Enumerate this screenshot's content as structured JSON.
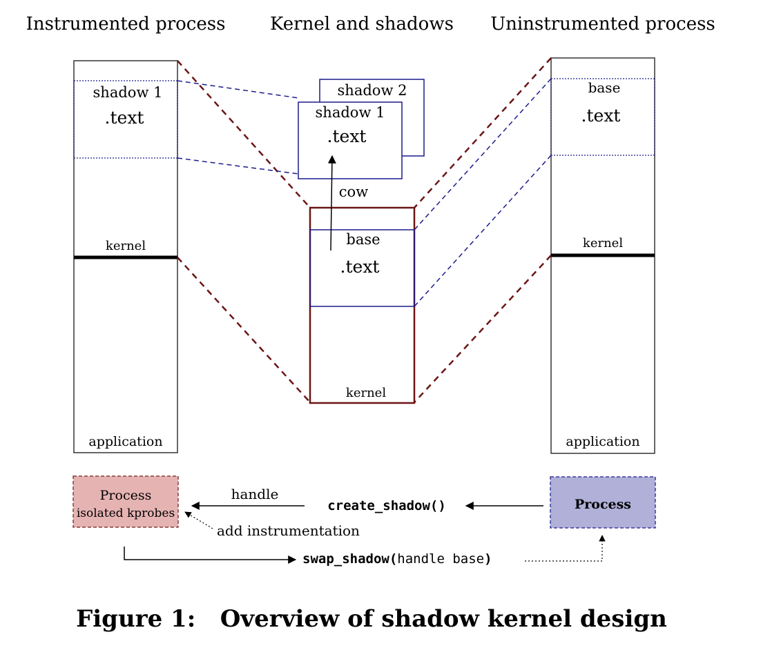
{
  "headings": {
    "instrumented": "Instrumented process",
    "kernel_and_shadows": "Kernel and shadows",
    "uninstrumented": "Uninstrumented process"
  },
  "left_column": {
    "shadow_label": "shadow 1",
    "text_label": ".text",
    "kernel_label": "kernel",
    "application_label": "application"
  },
  "center": {
    "shadow2_label": "shadow 2",
    "shadow1_label": "shadow 1",
    "shadow1_text": ".text",
    "cow_label": "cow",
    "base_label": "base",
    "base_text": ".text",
    "kernel_label": "kernel"
  },
  "right_column": {
    "base_label": "base",
    "text_label": ".text",
    "kernel_label": "kernel",
    "application_label": "application"
  },
  "bottom": {
    "left_process_line1": "Process",
    "left_process_line2": "isolated kprobes",
    "handle_label": "handle",
    "create_shadow_label": "create_shadow()",
    "add_instrumentation_label": "add instrumentation",
    "swap_fn": "swap_shadow(",
    "swap_args": "handle base",
    "swap_close": ")",
    "right_process_label": "Process"
  },
  "caption": "Figure 1:   Overview of shadow kernel design",
  "colors": {
    "maroon": "#6b1414",
    "navy": "#1a1a8c",
    "pink_fill": "#e6b3b3",
    "pink_border": "#8a3a3a",
    "lavender_fill": "#b0b0d8",
    "lavender_border": "#3a3a9a"
  }
}
